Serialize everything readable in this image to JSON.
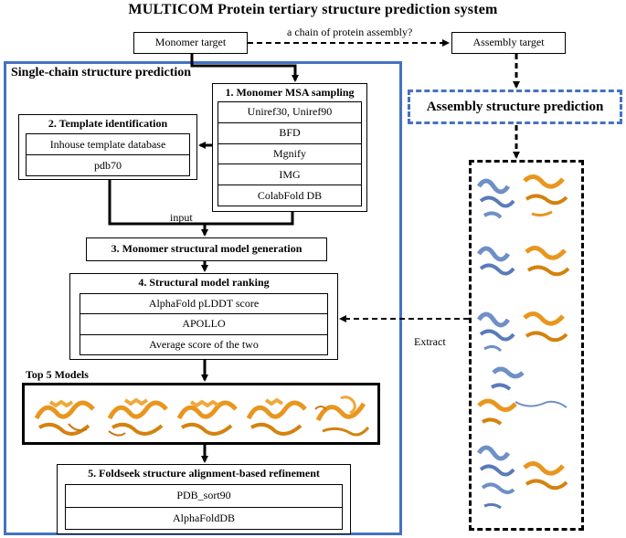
{
  "title": "MULTICOM  Protein tertiary structure prediction system",
  "monomer_target": "Monomer target",
  "assembly_target": "Assembly target",
  "question_label": "a chain of protein assembly?",
  "single_chain_label": "Single-chain structure prediction",
  "assembly_prediction": "Assembly structure prediction",
  "msa": {
    "heading": "1. Monomer MSA sampling",
    "items": [
      "Uniref30, Uniref90",
      "BFD",
      "Mgnify",
      "IMG",
      "ColabFold DB"
    ]
  },
  "template": {
    "heading": "2. Template identification",
    "items": [
      "Inhouse template database",
      "pdb70"
    ]
  },
  "input_label": "input",
  "generation": "3. Monomer structural model generation",
  "ranking": {
    "heading": "4. Structural model ranking",
    "items": [
      "AlphaFold pLDDT score",
      "APOLLO",
      "Average score of the two"
    ]
  },
  "top5_label": "Top 5 Models",
  "refinement": {
    "heading": "5. Foldseek structure alignment-based refinement",
    "items": [
      "PDB_sort90",
      "AlphaFoldDB"
    ]
  },
  "extract_label": "Extract",
  "colors": {
    "blue_frame": "#4472c4",
    "protein_orange": "#e8961e",
    "protein_blue": "#6f8fc7"
  }
}
